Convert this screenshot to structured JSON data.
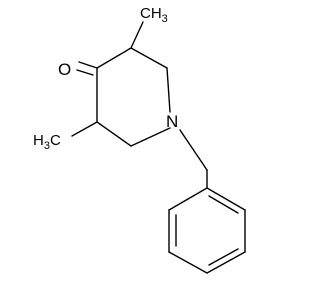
{
  "molecule": {
    "atom_labels": {
      "oxygen": "O",
      "nitrogen": "N",
      "methyl_top": "CH",
      "methyl_top_sub": "3",
      "methyl_left_main": "H",
      "methyl_left_sub": "3",
      "methyl_left_c": "C"
    },
    "colors": {
      "bond": "#000000",
      "text": "#000000",
      "background": "#ffffff"
    }
  }
}
